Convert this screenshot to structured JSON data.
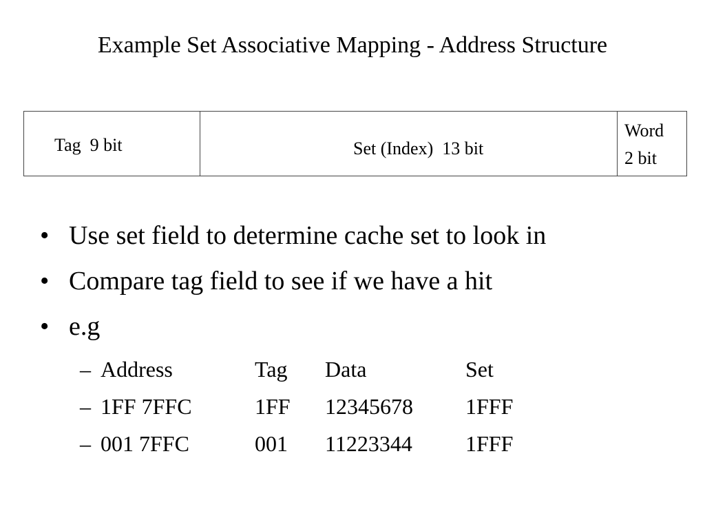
{
  "slide": {
    "title": "Example Set Associative Mapping - Address Structure"
  },
  "address_structure": {
    "tag_label": "Tag  9 bit",
    "set_label": "Set (Index)  13 bit",
    "word_line1": "Word",
    "word_line2": "2 bit"
  },
  "bullets": [
    "Use set field to determine cache set to look in",
    "Compare tag field to see if we have a hit",
    "e.g"
  ],
  "bullet_glyph": "•",
  "sub_dash": "–",
  "example": {
    "header": [
      "Address",
      "Tag",
      "Data",
      "Set"
    ],
    "rows": [
      [
        "1FF 7FFC",
        "1FF",
        "12345678",
        "1FFF"
      ],
      [
        "001 7FFC",
        "001",
        "11223344",
        "1FFF"
      ]
    ]
  }
}
